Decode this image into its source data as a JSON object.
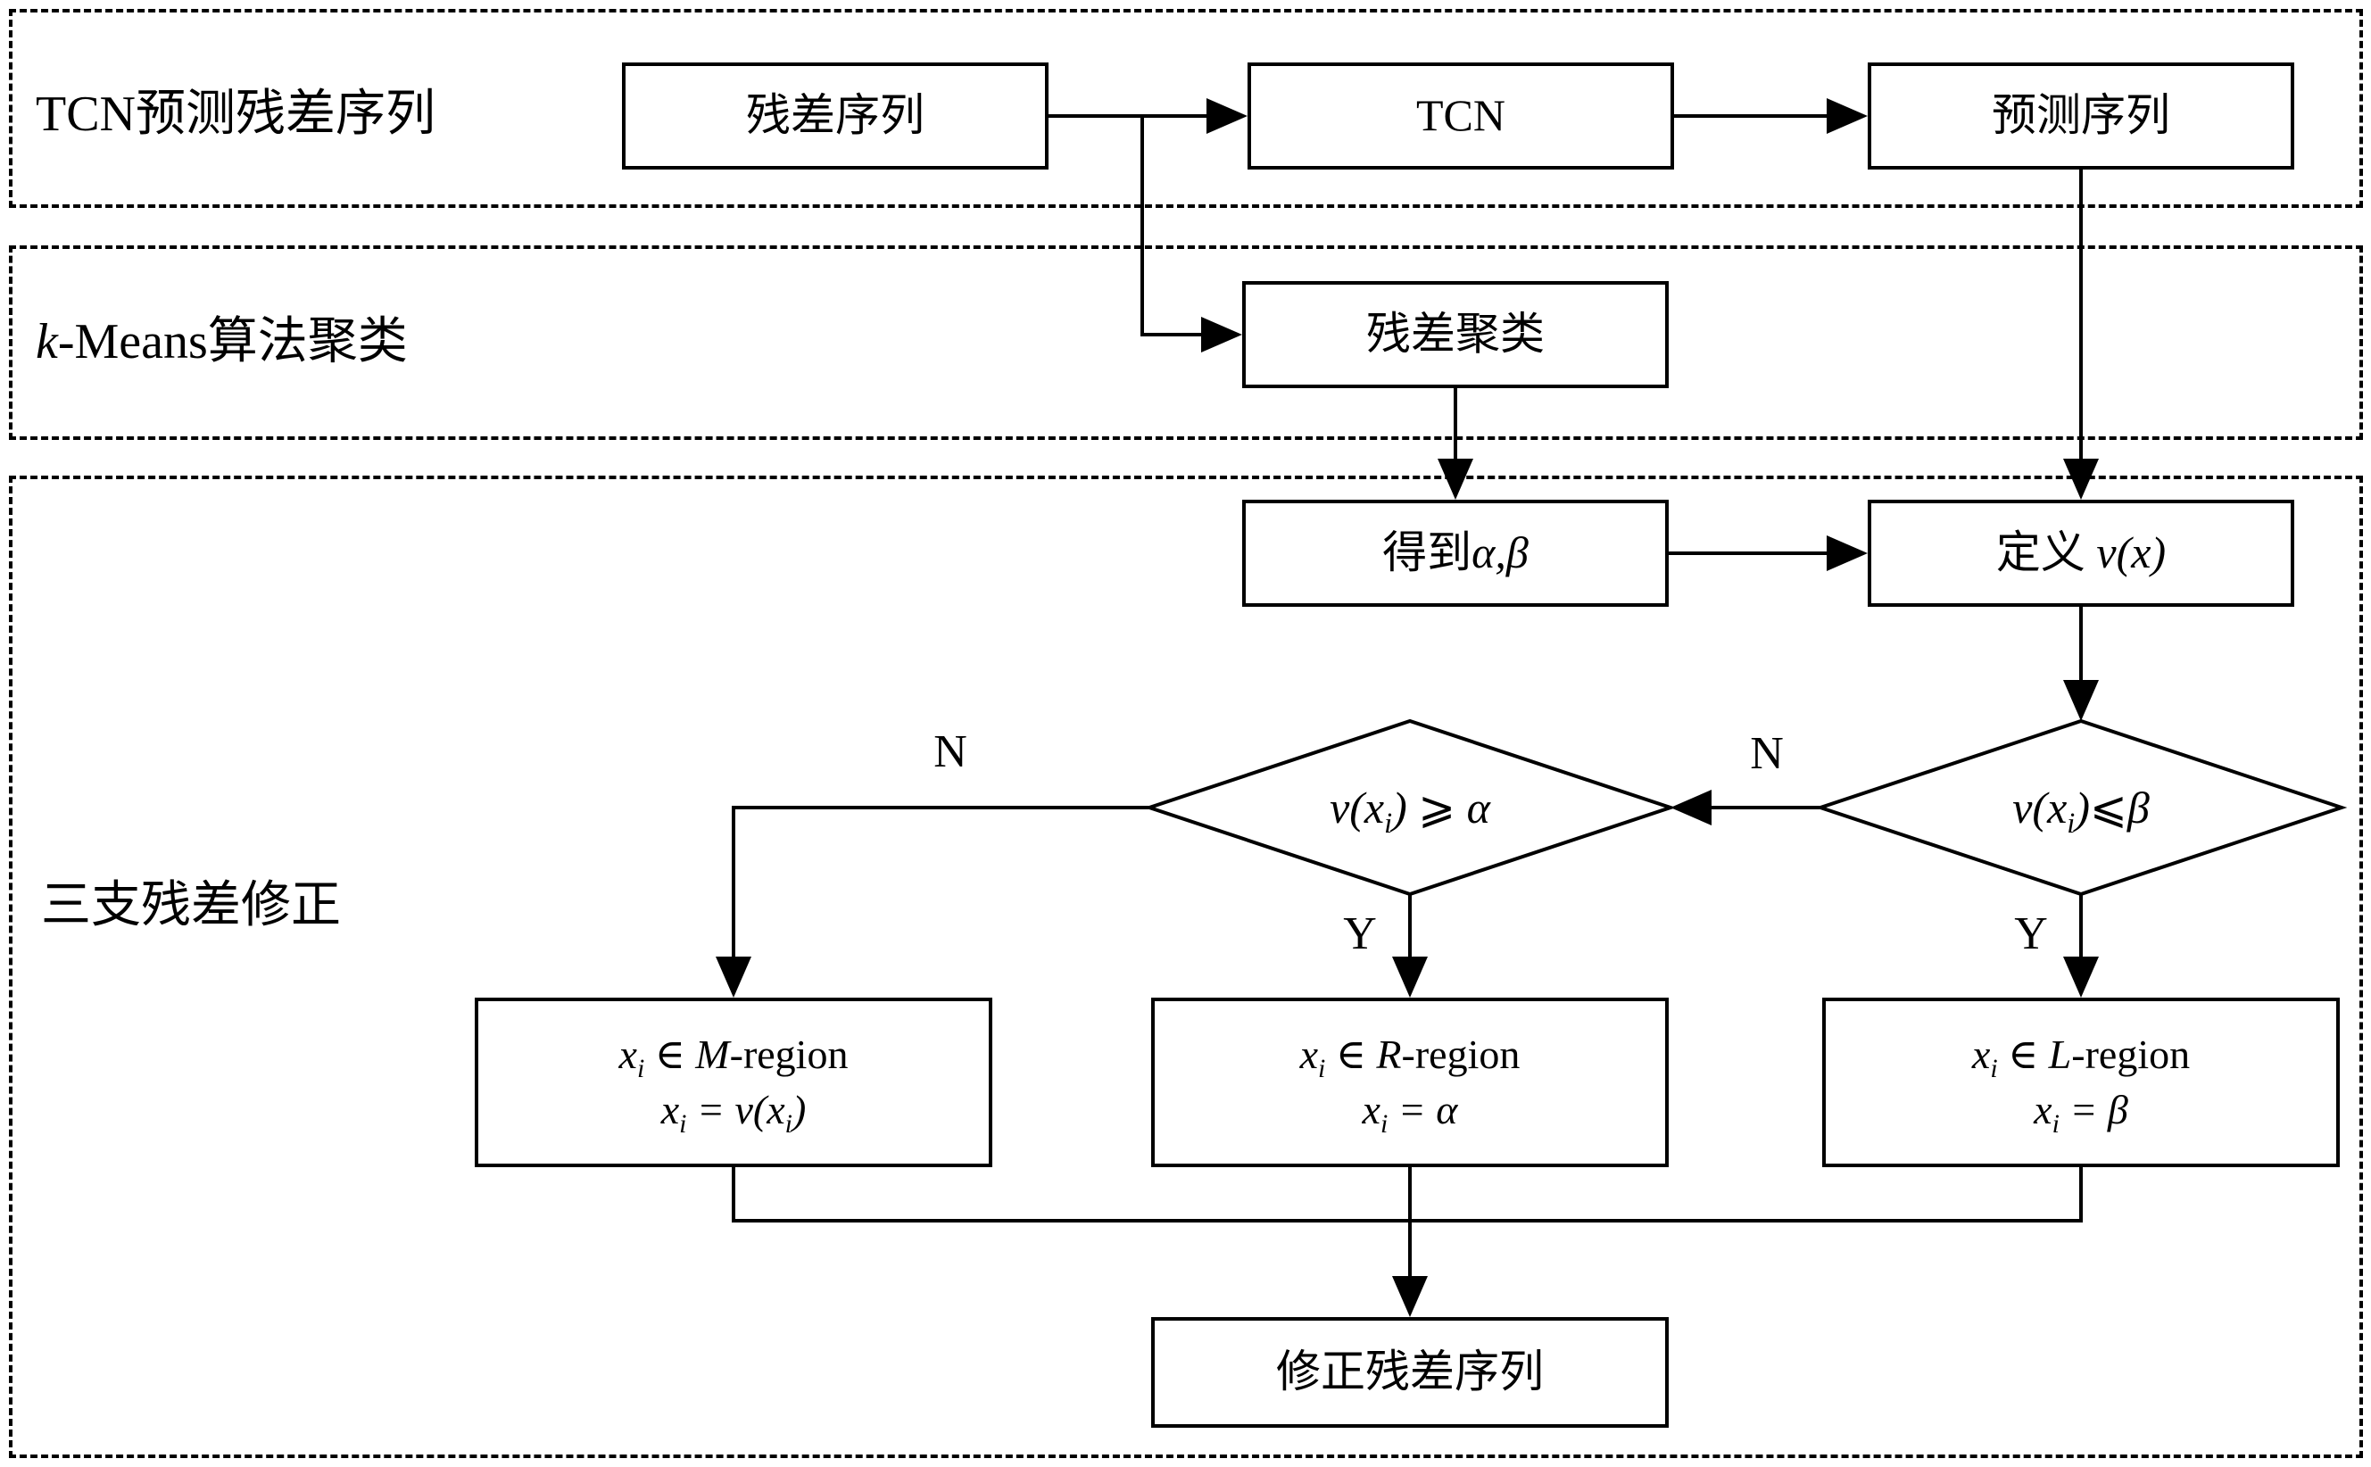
{
  "sections": [
    {
      "label": "TCN预测残差序列"
    },
    {
      "label_k": "k",
      "label_rest": "-Means算法聚类"
    },
    {
      "label": "三支残差修正"
    }
  ],
  "boxes": {
    "residual_seq": "残差序列",
    "tcn": "TCN",
    "pred_seq": "预测序列",
    "residual_cluster": "残差聚类",
    "get_ab_zh": "得到",
    "get_ab_math": "α,β",
    "define_v_zh": "定义 ",
    "define_v_math": "v(x)",
    "corrected_seq": "修正残差序列"
  },
  "decisions": {
    "alpha_condition": "v(x_i) ⩾ α",
    "beta_condition": "v(x_i)⩽β"
  },
  "regions": {
    "m": {
      "math1": "x_i ∈ M",
      "text1": "-region",
      "math2": "x_i = v(x_i)"
    },
    "r": {
      "math1": "x_i ∈ R",
      "text1": "-region",
      "math2": "x_i = α"
    },
    "l": {
      "math1": "x_i ∈ L",
      "text1": "-region",
      "math2": "x_i = β"
    }
  },
  "edge_labels": {
    "n_alpha": "N",
    "n_beta": "N",
    "y_alpha": "Y",
    "y_beta": "Y"
  },
  "colors": {
    "line": "#000000",
    "background": "#ffffff",
    "box_fill": "#ffffff"
  }
}
